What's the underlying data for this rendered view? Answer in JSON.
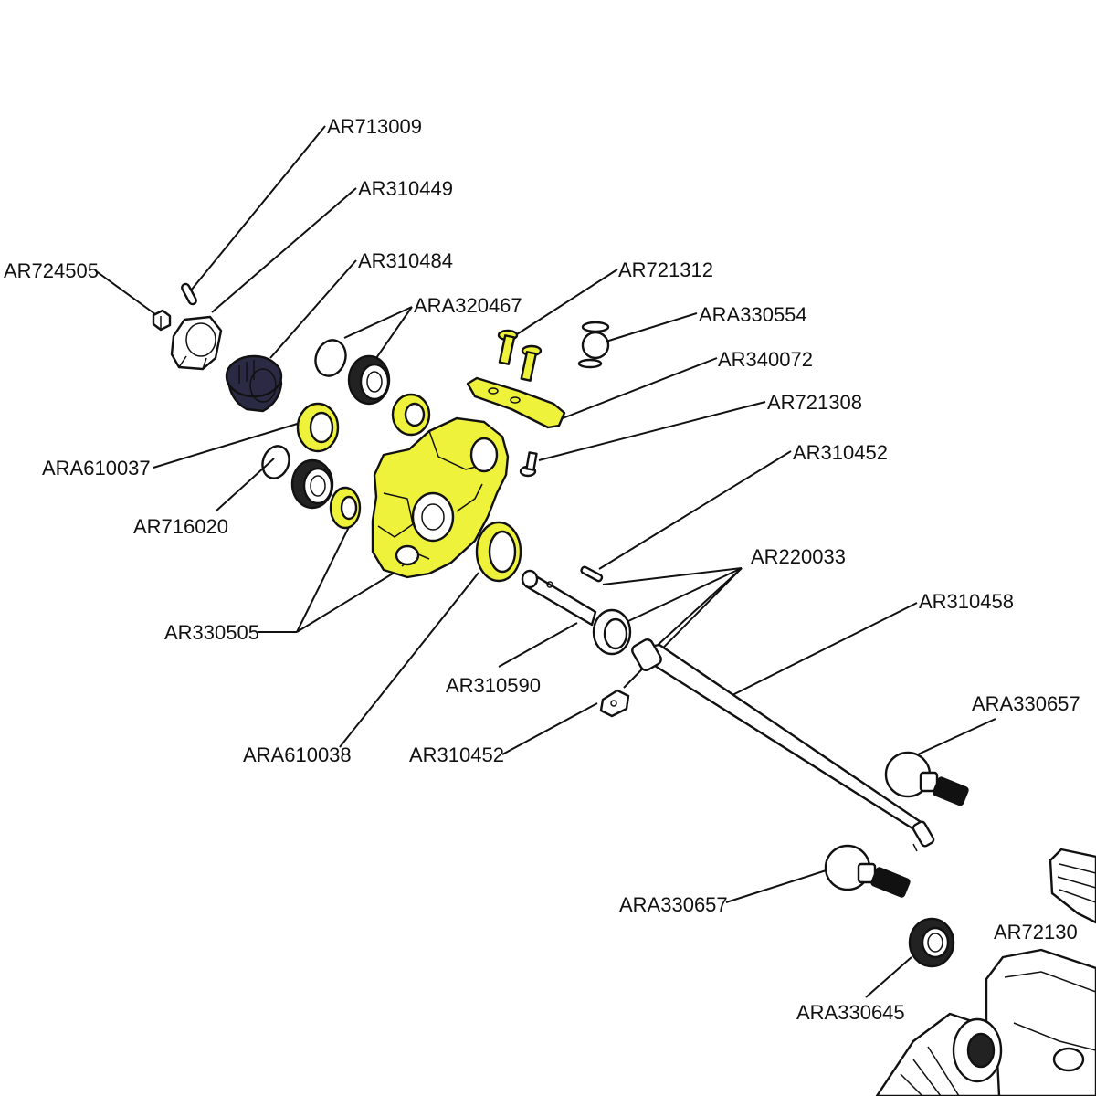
{
  "diagram": {
    "highlight_color": "#eef23a",
    "dark_part_color": "#2a2a44",
    "line_color": "#111111",
    "labels": {
      "ar713009": "AR713009",
      "ar310449": "AR310449",
      "ar724505": "AR724505",
      "ar310484": "AR310484",
      "ara320467": "ARA320467",
      "ar721312": "AR721312",
      "ara330554": "ARA330554",
      "ar340072": "AR340072",
      "ar721308": "AR721308",
      "ara610037": "ARA610037",
      "ar716020": "AR716020",
      "ar310452_top": "AR310452",
      "ar220033": "AR220033",
      "ar310458": "AR310458",
      "ar330505": "AR330505",
      "ar310590": "AR310590",
      "ara330657_right": "ARA330657",
      "ara610038": "ARA610038",
      "ar310452_bottom": "AR310452",
      "ara330657_left": "ARA330657",
      "ar721306_cut": "AR72130",
      "ara330645": "ARA330645"
    }
  }
}
